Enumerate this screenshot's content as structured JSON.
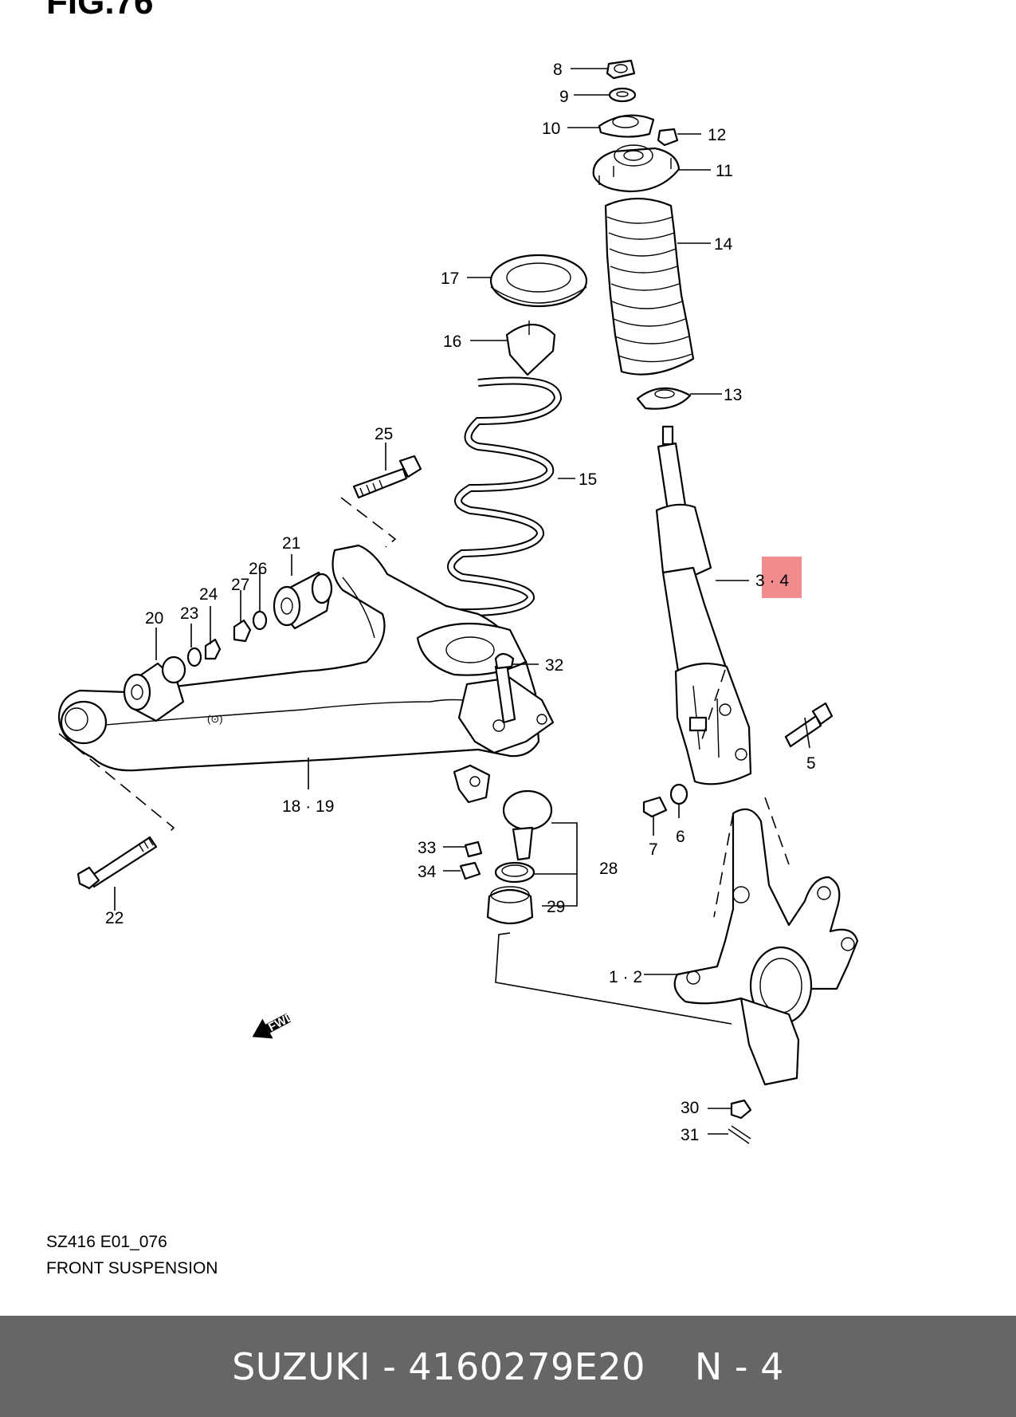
{
  "figure_title": "FIG.76",
  "caption": {
    "code": "SZ416 E01_076",
    "title": "FRONT SUSPENSION"
  },
  "footer": {
    "brand_part": "SUZUKI - 4160279E20",
    "qty": "N - 4"
  },
  "highlight_color": "#f28b8e",
  "direction_arrow": {
    "label": "FWD",
    "icon": "fwd-arrow-icon"
  },
  "part_labels": [
    {
      "id": "8",
      "text": "8"
    },
    {
      "id": "9",
      "text": "9"
    },
    {
      "id": "10",
      "text": "10"
    },
    {
      "id": "12",
      "text": "12"
    },
    {
      "id": "11",
      "text": "11"
    },
    {
      "id": "14",
      "text": "14"
    },
    {
      "id": "17",
      "text": "17"
    },
    {
      "id": "16",
      "text": "16"
    },
    {
      "id": "13",
      "text": "13"
    },
    {
      "id": "25",
      "text": "25"
    },
    {
      "id": "15",
      "text": "15"
    },
    {
      "id": "21",
      "text": "21"
    },
    {
      "id": "26",
      "text": "26"
    },
    {
      "id": "24",
      "text": "24"
    },
    {
      "id": "27",
      "text": "27"
    },
    {
      "id": "20",
      "text": "20"
    },
    {
      "id": "23",
      "text": "23"
    },
    {
      "id": "3-4",
      "text": "3 · 4",
      "highlighted": true
    },
    {
      "id": "32",
      "text": "32"
    },
    {
      "id": "5",
      "text": "5"
    },
    {
      "id": "18-19",
      "text": "18 · 19"
    },
    {
      "id": "7",
      "text": "7"
    },
    {
      "id": "6",
      "text": "6"
    },
    {
      "id": "33",
      "text": "33"
    },
    {
      "id": "28",
      "text": "28"
    },
    {
      "id": "34",
      "text": "34"
    },
    {
      "id": "22",
      "text": "22"
    },
    {
      "id": "29",
      "text": "29"
    },
    {
      "id": "1-2",
      "text": "1 · 2"
    },
    {
      "id": "30",
      "text": "30"
    },
    {
      "id": "31",
      "text": "31"
    }
  ]
}
